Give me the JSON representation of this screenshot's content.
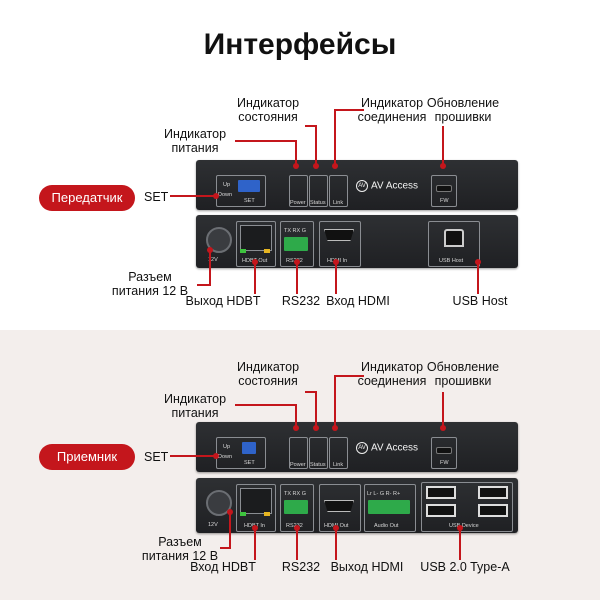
{
  "title": "Интерфейсы",
  "transmitter": {
    "badge": "Передатчик",
    "set": "SET",
    "ind_state": "Индикатор\nсостояния",
    "ind_power": "Индикатор\nпитания",
    "ind_link": "Индикатор\nсоединения",
    "fw_update": "Обновление\nпрошивки",
    "power_conn": "Разъем\nпитания 12 В",
    "hdbt": "Выход HDBT",
    "rs232": "RS232",
    "hdmi": "Вход HDMI",
    "usb": "USB Host",
    "panel": {
      "up": "Up",
      "down": "Down",
      "set": "SET",
      "power": "Power",
      "status": "Status",
      "link": "Link",
      "brand": "AV Access",
      "fw": "FW",
      "v12": "12V",
      "hdbt": "HDBT Out",
      "rs": "RS232",
      "txrx": "TX  RX  G",
      "hdmi": "HDMI In",
      "usbhost": "USB Host"
    }
  },
  "receiver": {
    "badge": "Приемник",
    "set": "SET",
    "ind_state": "Индикатор\nсостояния",
    "ind_power": "Индикатор\nпитания",
    "ind_link": "Индикатор\nсоединения",
    "fw_update": "Обновление\nпрошивки",
    "power_conn": "Разъем\nпитания 12 В",
    "hdbt": "Вход HDBT",
    "rs232": "RS232",
    "hdmi": "Выход HDMI",
    "usb": "USB 2.0 Type-A",
    "panel": {
      "up": "Up",
      "down": "Down",
      "set": "SET",
      "power": "Power",
      "status": "Status",
      "link": "Link",
      "brand": "AV Access",
      "fw": "FW",
      "v12": "12V",
      "hdbt": "HDBT In",
      "rs": "RS232",
      "txrx": "TX  RX  G",
      "hdmi": "HDMI Out",
      "audio": "Audio Out",
      "lr": "Lr  L-  G  R-  R+",
      "usbdev": "USB Device"
    }
  },
  "colors": {
    "accent": "#c4161c",
    "device": "#26282b"
  }
}
